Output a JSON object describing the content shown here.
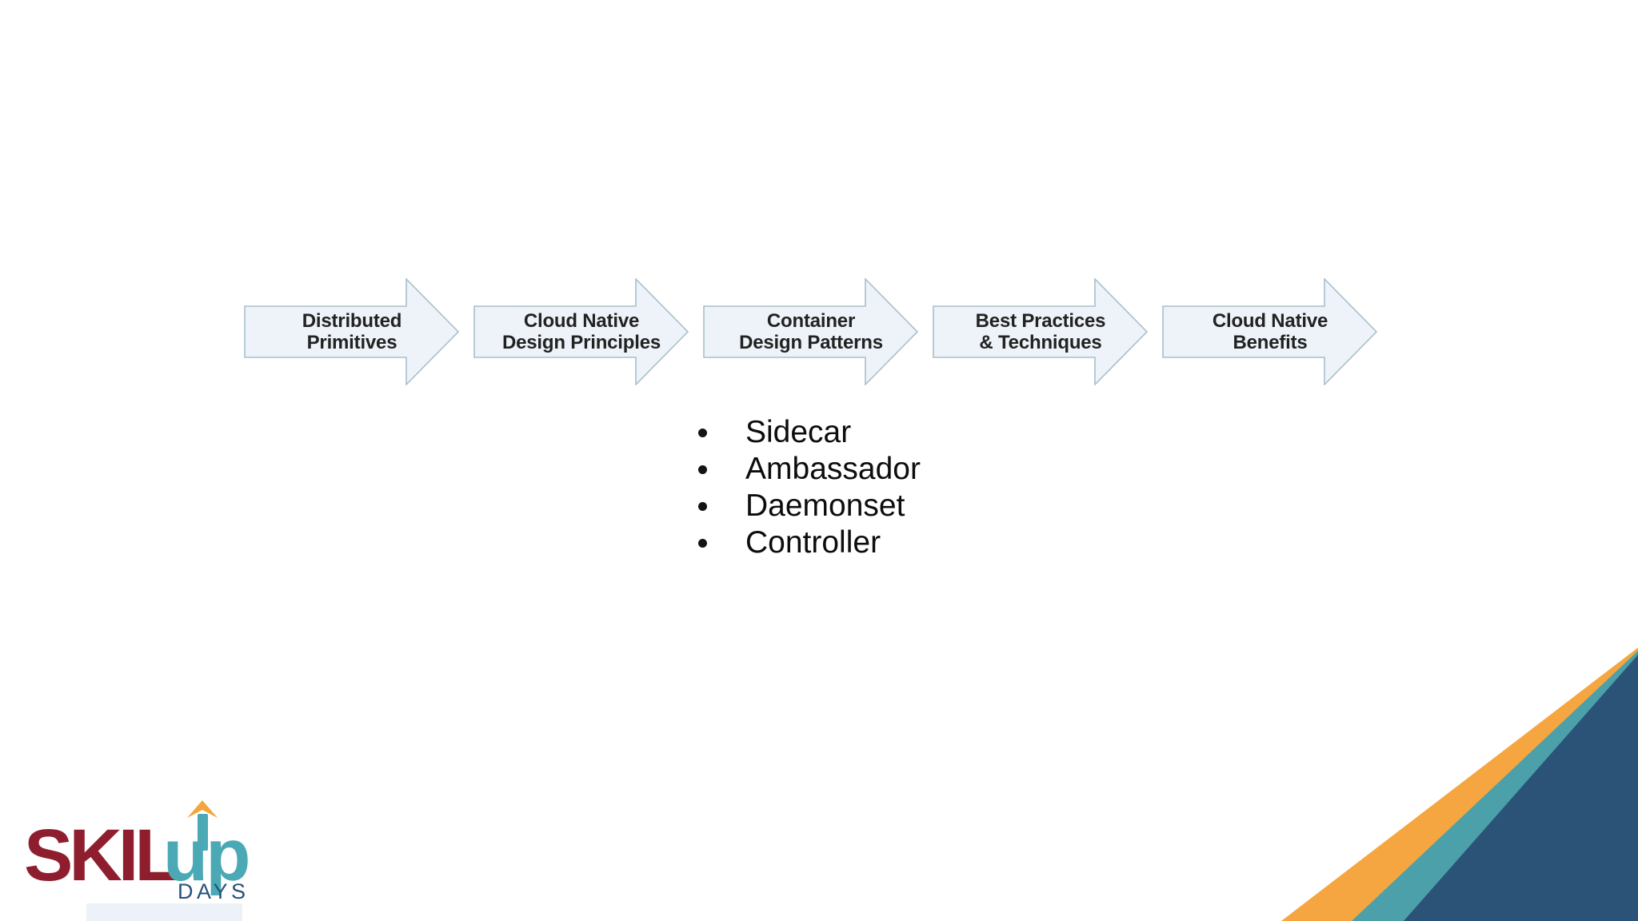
{
  "flow": {
    "arrows": [
      {
        "line1": "Distributed",
        "line2": "Primitives"
      },
      {
        "line1": "Cloud Native",
        "line2": "Design Principles"
      },
      {
        "line1": "Container",
        "line2": "Design Patterns"
      },
      {
        "line1": "Best Practices",
        "line2": "& Techniques"
      },
      {
        "line1": "Cloud Native",
        "line2": "Benefits"
      }
    ],
    "arrow_fill": "#EDF3F8",
    "arrow_border": "#A9BFCB",
    "text_color": "#222222"
  },
  "bullets": {
    "items": [
      "Sidecar",
      "Ambassador",
      "Daemonset",
      "Controller"
    ]
  },
  "logo": {
    "text_main": "SKIL",
    "text_accent": "up",
    "text_sub": "DAYS",
    "color_main": "#8E1E2E",
    "color_accent": "#4AA9B4",
    "color_sub": "#27517C",
    "arrow_color": "#F2A63B"
  },
  "corner": {
    "orange": "#F5A640",
    "teal": "#4BA0AA",
    "navy": "#2B5378"
  }
}
